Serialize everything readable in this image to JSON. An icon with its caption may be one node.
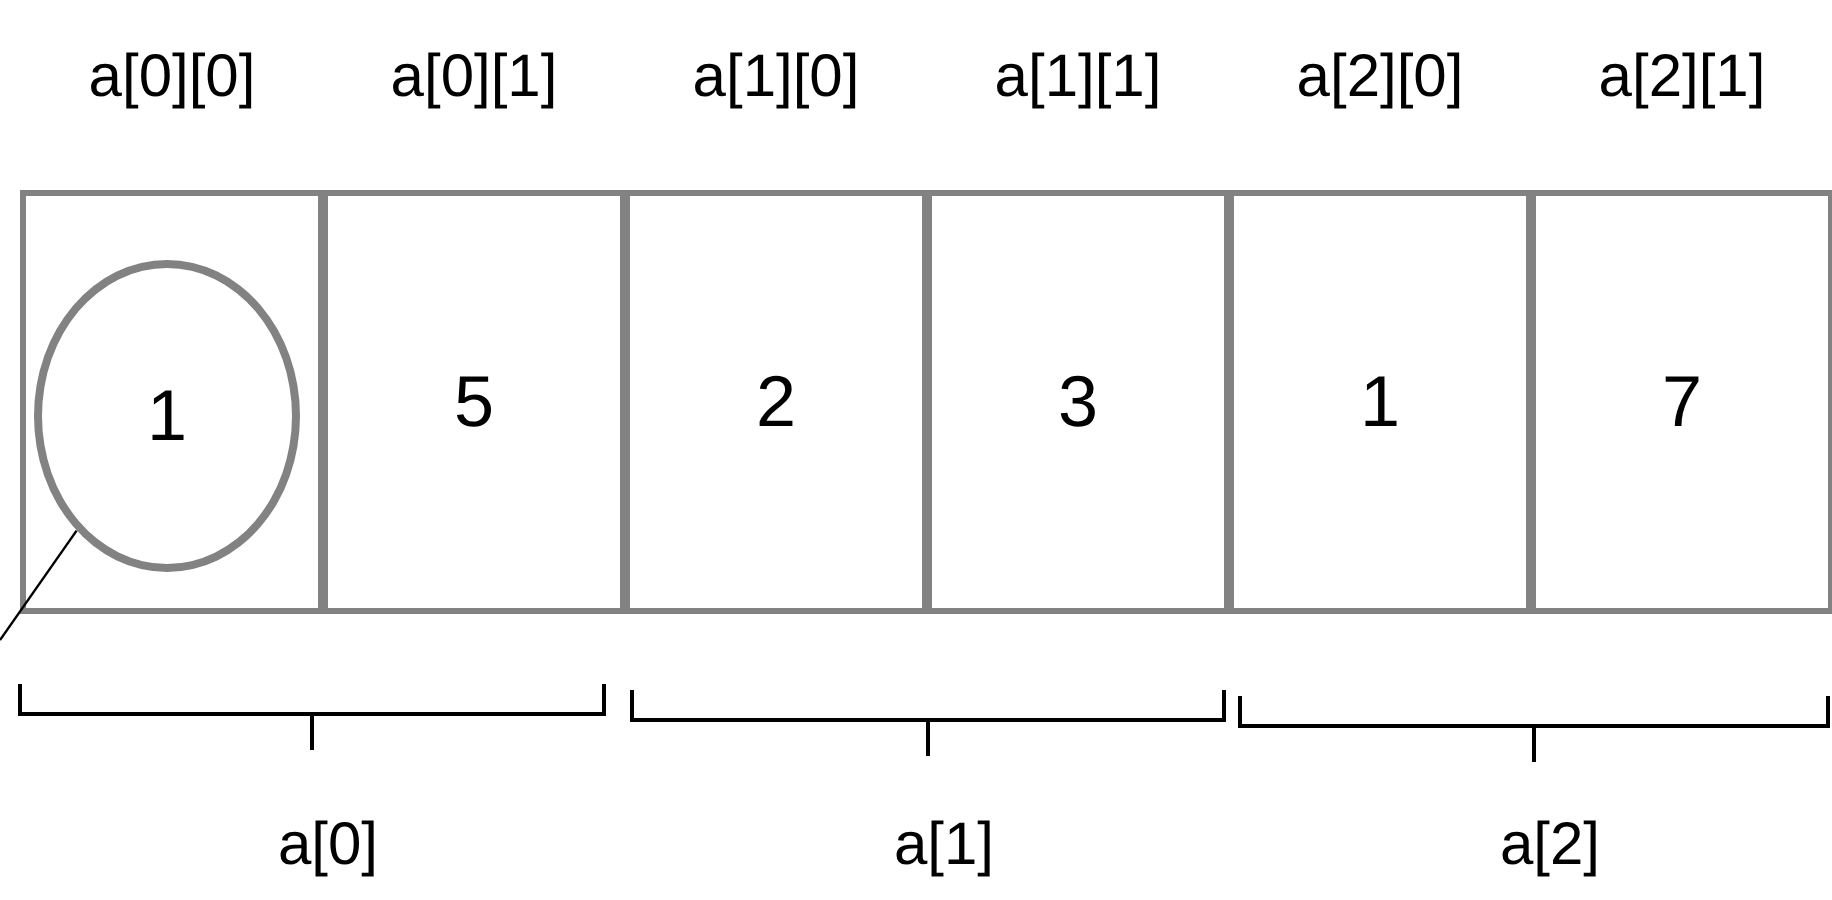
{
  "diagram": {
    "nodes": [
      {
        "text": [],
        "shape": "box",
        "beside": [
          "a[0][0]"
        ]
      },
      {
        "text": [
          "1"
        ],
        "in": 0
      },
      {
        "text": [
          "5"
        ],
        "beside": [
          "a[0][1]"
        ]
      },
      {
        "text": [
          "2"
        ],
        "beside": [
          "a[1][0]"
        ]
      },
      {
        "text": [
          "3"
        ],
        "beside": [
          "a[1][1]"
        ]
      },
      {
        "text": [
          "1"
        ],
        "beside": [
          "a[2][0]"
        ]
      },
      {
        "text": [
          "7"
        ],
        "beside": [
          "a[2][1]"
        ]
      }
    ],
    "edges": [
      {
        "from": null,
        "to": 1,
        "arrow": "none"
      }
    ],
    "labels": [
      "a[0]",
      "a[1]",
      "a[2]"
    ]
  }
}
